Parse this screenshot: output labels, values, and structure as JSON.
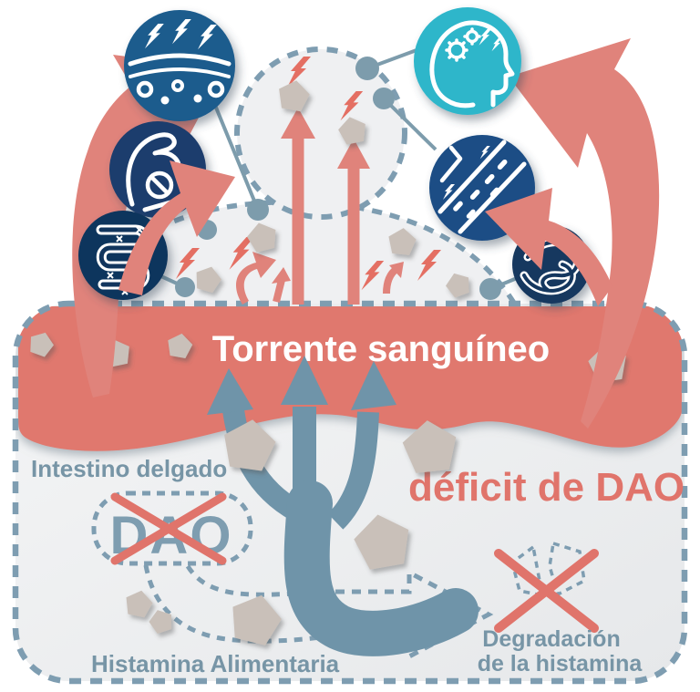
{
  "diagram": {
    "title": "Torrente sanguíneo",
    "region_labels": {
      "small_intestine": "Intestino delgado",
      "dao_enzyme": "DAO",
      "dao_deficit": "déficit de DAO",
      "dietary_histamine": "Histamina Alimentaria",
      "histamine_degradation_line1": "Degradación",
      "histamine_degradation_line2": "de la histamina"
    },
    "symptom_icons": [
      {
        "name": "skin-rash-icon",
        "color": "#1A5B8D"
      },
      {
        "name": "muscle-weakness-icon",
        "color": "#1B3D6D"
      },
      {
        "name": "intestine-discomfort-icon",
        "color": "#11355D"
      },
      {
        "name": "brain-headache-icon",
        "color": "#2FB6CA"
      },
      {
        "name": "blood-vessel-icon",
        "color": "#1C4E85"
      },
      {
        "name": "cramp-tangle-icon",
        "color": "#14375F"
      }
    ],
    "colors": {
      "coral": "#E0786E",
      "coral_accent": "#E4756B",
      "blue_gray": "#7E9DB1",
      "steel": "#6F94A9",
      "pentagon_gray": "#C9C0B9"
    }
  }
}
